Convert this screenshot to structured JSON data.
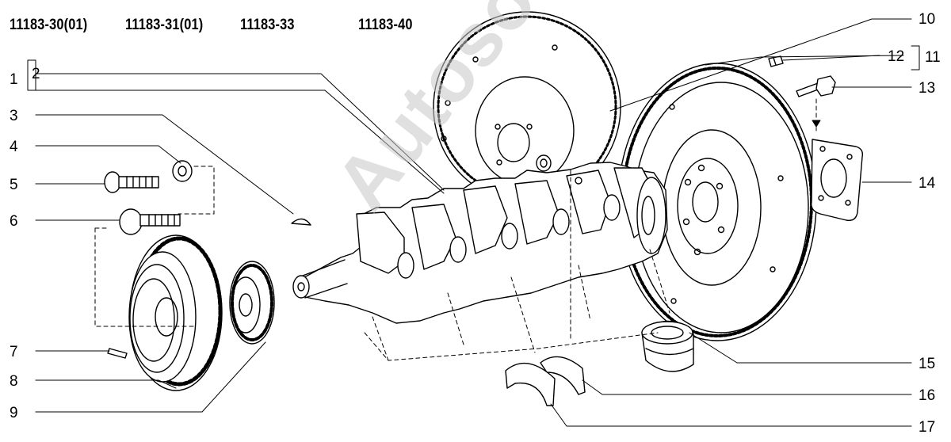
{
  "models": [
    "11183-30(01)",
    "11183-31(01)",
    "11183-33",
    "11183-40"
  ],
  "callouts": [
    "1",
    "2",
    "3",
    "4",
    "5",
    "6",
    "7",
    "8",
    "9",
    "10",
    "11",
    "12",
    "13",
    "14",
    "15",
    "16",
    "17"
  ],
  "watermark": "Autosoft",
  "colors": {
    "line": "#000000",
    "background": "#ffffff",
    "watermark": "#c8c8c8"
  }
}
